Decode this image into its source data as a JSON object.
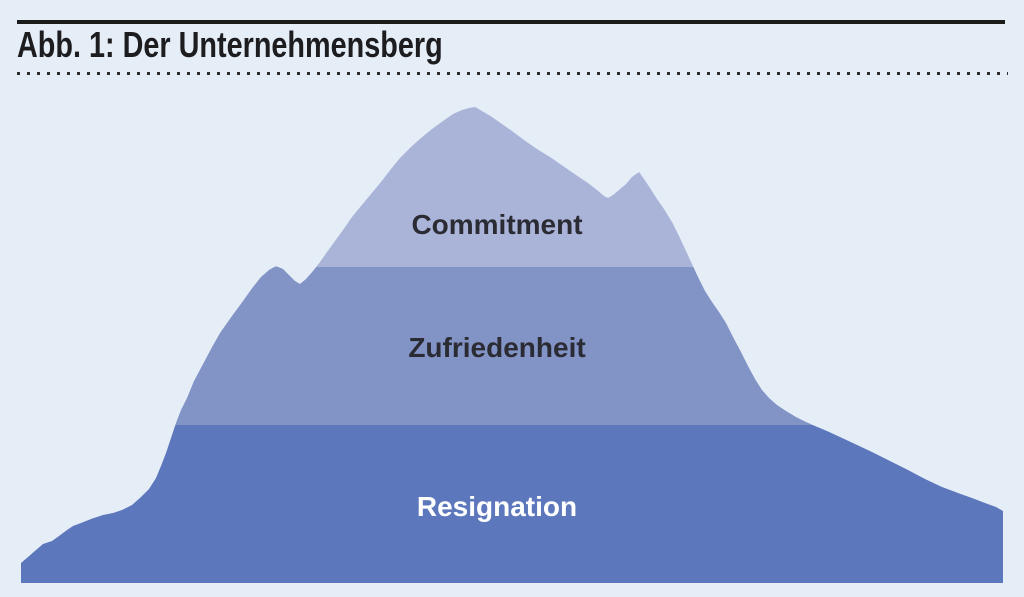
{
  "figure": {
    "title": "Abb. 1: Der Unternehmensberg"
  },
  "mountain": {
    "layers": [
      {
        "label": "Commitment",
        "color": "#aab4d9",
        "text_color": "#2b2b33"
      },
      {
        "label": "Zufriedenheit",
        "color": "#8293c6",
        "text_color": "#2b2b33"
      },
      {
        "label": "Resignation",
        "color": "#5c77bc",
        "text_color": "#ffffff"
      }
    ]
  },
  "colors": {
    "background": "#e5edf7",
    "rule": "#1b1b19",
    "dotted_rule": "#2d2d2d",
    "title_text": "#1d1d20"
  }
}
